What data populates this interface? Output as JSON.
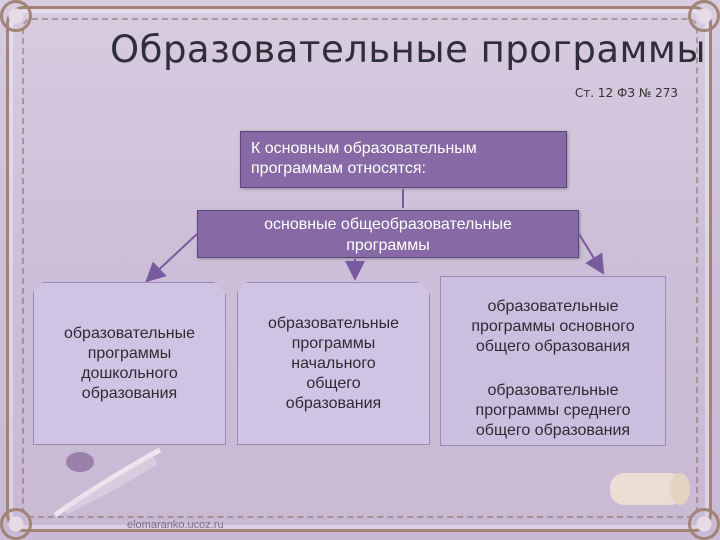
{
  "title": "Образовательные программы",
  "subtitle": "Ст. 12 ФЗ № 273",
  "main_box": {
    "line1": "К основным образовательным",
    "line2": "программам относятся:"
  },
  "general_box": {
    "line1": "основные общеобразовательные",
    "line2": "программы"
  },
  "items": [
    {
      "lines": [
        "образовательные",
        "программы",
        "дошкольного",
        "образования"
      ]
    },
    {
      "lines": [
        "образовательные",
        "программы",
        "начального",
        "общего",
        "образования"
      ]
    }
  ],
  "right_box": {
    "item1": [
      "образовательные",
      "программы основного",
      "общего образования"
    ],
    "item2": [
      "образовательные",
      "программы среднего",
      "общего образования"
    ]
  },
  "watermark": "elomaranko.ucoz.ru",
  "colors": {
    "box_fill": "#8669a5",
    "doc_fill": "#d0c4e4",
    "arrow": "#7a5a9e",
    "frame": "#a18476"
  }
}
